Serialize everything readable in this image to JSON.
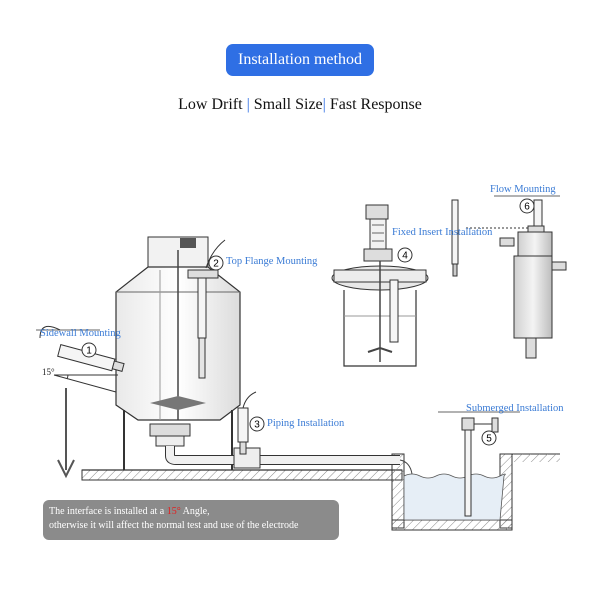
{
  "header": {
    "title": "Installation method",
    "subtitle": {
      "part1": "Low Drift ",
      "sep1": "|",
      "part2": " Small Size",
      "sep2": "|",
      "part3": " Fast Response"
    }
  },
  "labels": {
    "sidewall": "Sidewall Mounting",
    "top_flange": "Top Flange Mounting",
    "piping": "Piping Installation",
    "fixed_insert": "Fixed Insert Installation",
    "flow": "Flow Mounting",
    "submerged": "Submerged Installation",
    "angle": "15°"
  },
  "markers": [
    "1",
    "2",
    "3",
    "4",
    "5",
    "6"
  ],
  "note": {
    "line1_prefix": "The interface is installed at a ",
    "line1_angle": "15°",
    "line1_suffix": " Angle,",
    "line2": "otherwise it will affect the normal test and use of the electrode"
  },
  "colors": {
    "accent": "#2f6fe4",
    "label": "#3a7bd5",
    "warning": "#e41e1e",
    "note_bg": "#8b8b8b"
  }
}
